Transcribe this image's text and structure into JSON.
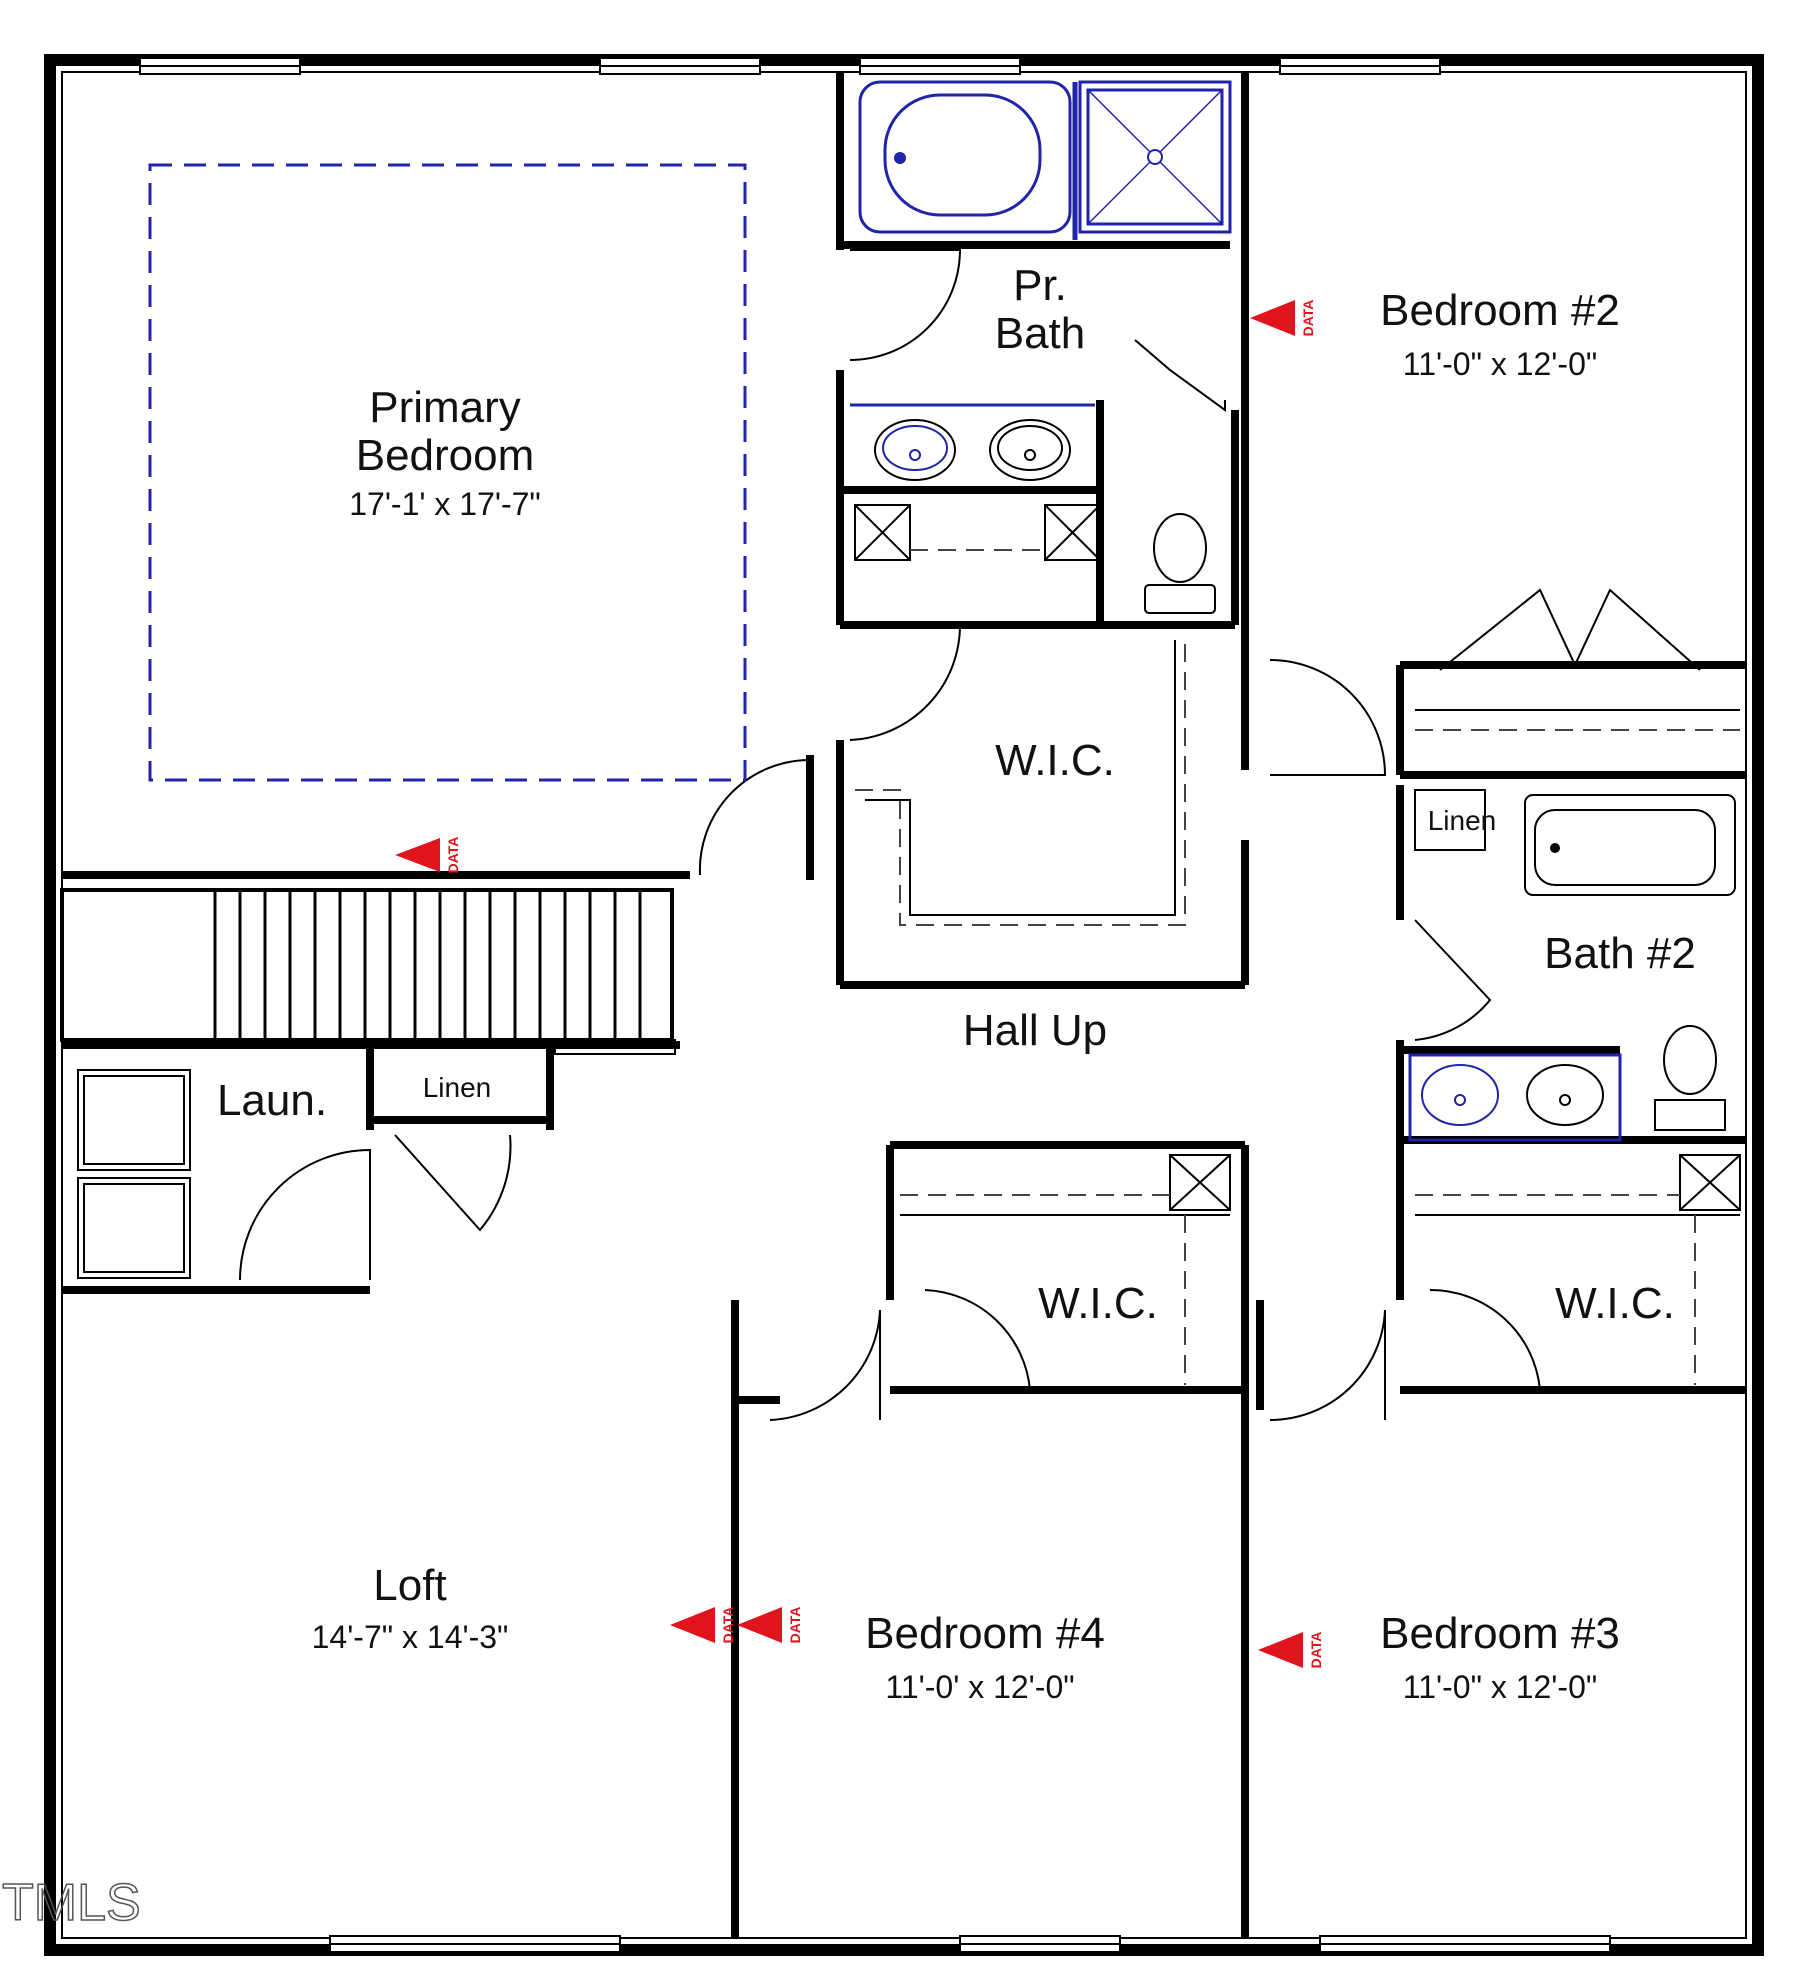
{
  "rooms": {
    "primary_bedroom": {
      "name_line1": "Primary",
      "name_line2": "Bedroom",
      "dims": "17'-1' x 17'-7\""
    },
    "primary_bath": {
      "name_line1": "Pr.",
      "name_line2": "Bath"
    },
    "primary_wic": {
      "name": "W.I.C."
    },
    "bedroom2": {
      "name": "Bedroom #2",
      "dims": "11'-0\" x 12'-0\""
    },
    "bath2": {
      "name": "Bath #2"
    },
    "linen_bath2": {
      "name": "Linen"
    },
    "hall": {
      "name": "Hall Up"
    },
    "laundry": {
      "name": "Laun."
    },
    "linen_hall": {
      "name": "Linen"
    },
    "bedroom4_wic": {
      "name": "W.I.C."
    },
    "bedroom3_wic": {
      "name": "W.I.C."
    },
    "loft": {
      "name": "Loft",
      "dims": "14'-7\" x 14'-3\""
    },
    "bedroom4": {
      "name": "Bedroom #4",
      "dims": "11'-0' x 12'-0\""
    },
    "bedroom3": {
      "name": "Bedroom #3",
      "dims": "11'-0\" x 12'-0\""
    }
  },
  "markers": {
    "data_label": "DATA"
  },
  "watermark": "TMLS",
  "colors": {
    "wall": "#000000",
    "fixture": "#1f24a8",
    "data_marker": "#e1141e"
  }
}
